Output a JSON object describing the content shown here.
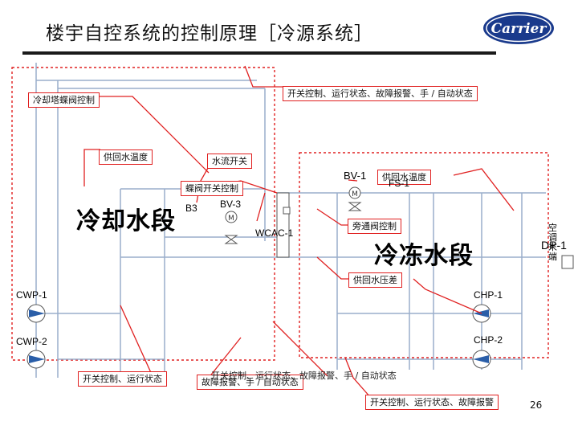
{
  "title": "楼宇自控系统的控制原理［冷源系统］",
  "logo": {
    "text": "Carrier"
  },
  "sections": {
    "cooling": "冷却水段",
    "chilled": "冷冻水段"
  },
  "callouts": {
    "top_right": "开关控制、运行状态、故障报警、手 / 自动状态",
    "tower_valve": "冷却塔蝶阀控制",
    "supply_return_temp_left": "供回水温度",
    "flow_switch": "水流开关",
    "valve_switch": "蝶阀开关控制",
    "supply_return_temp_right": "供回水温度",
    "bypass_valve": "旁通阀控制",
    "supply_return_pressure": "供回水压差",
    "bottom_left": "开关控制、运行状态",
    "bottom_mid_back": "故障报警、手 / 自动状态",
    "bottom_mid_front": "开关控制、运行状态、故障报警、手 / 自动状态",
    "bottom_right": "开关控制、运行状态、故障报警"
  },
  "tags": {
    "bv1": "BV-1",
    "fs1": "FS-1",
    "bv3": "BV-3",
    "b3": "B3",
    "wcac1": "WCAC-1",
    "dp1": "DP-1",
    "cwp1": "CWP-1",
    "cwp2": "CWP-2",
    "chp1": "CHP-1",
    "chp2": "CHP-2"
  },
  "side_label": "空调末端",
  "page_number": "26",
  "colors": {
    "callout_border": "#e02020",
    "pipe": "#9aaecb",
    "logo_blue": "#1a3a8c"
  }
}
